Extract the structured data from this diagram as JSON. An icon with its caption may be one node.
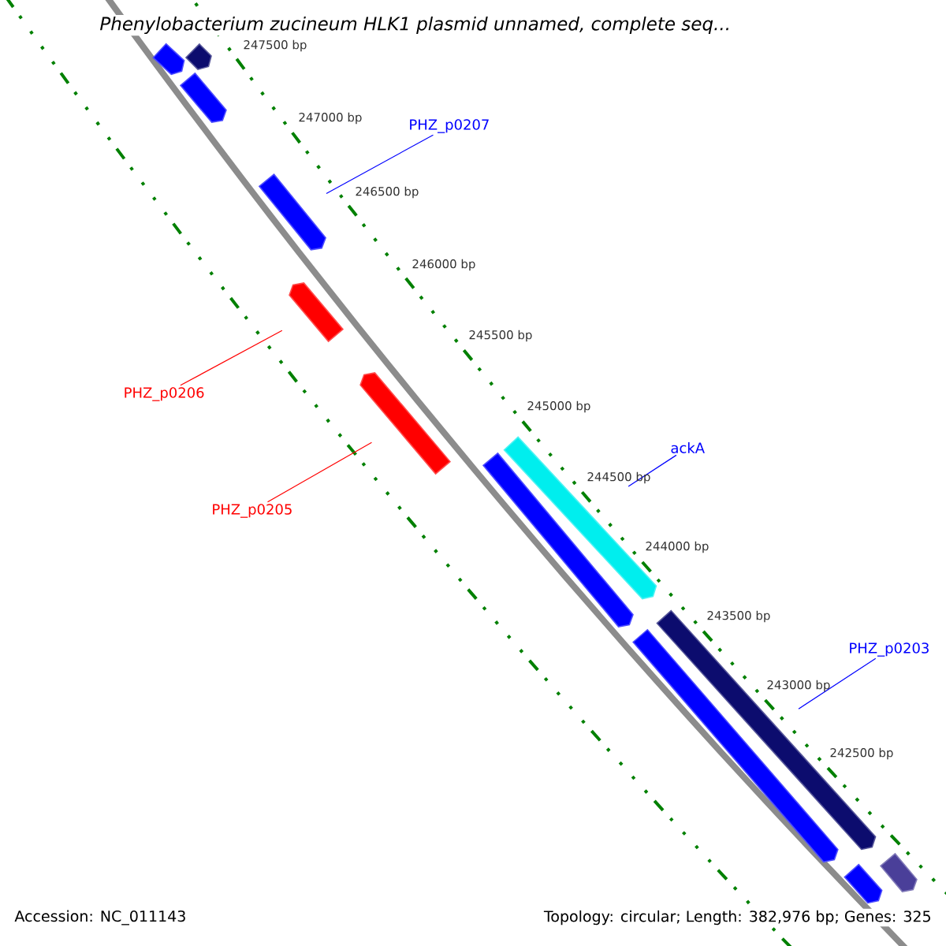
{
  "diagram": {
    "title": "*Phenylobacterium zucineum* HLK1 plasmid unnamed, complete seq...",
    "nodes": [
      {
        "text": [],
        "shape": "bar"
      },
      {
        "text": [],
        "shape": "bar"
      },
      {
        "text": [],
        "shape": "bar"
      },
      {
        "text": [],
        "shape": "bar"
      },
      {
        "text": [],
        "shape": "bar"
      },
      {
        "text": [],
        "shape": "bar"
      },
      {
        "text": [],
        "shape": "bar"
      },
      {
        "text": [],
        "shape": "bar"
      },
      {
        "text": [],
        "shape": "bar"
      },
      {
        "text": [],
        "shape": "bar"
      },
      {
        "text": [],
        "shape": "bar"
      },
      {
        "text": [],
        "shape": "bar"
      },
      {
        "text": [
          "PHZ_p0207"
        ]
      },
      {
        "text": [
          "PHZ_p0206"
        ]
      },
      {
        "text": [
          "PHZ_p0205"
        ]
      },
      {
        "text": [
          "ackA"
        ]
      },
      {
        "text": [
          "PHZ_p0203"
        ]
      }
    ],
    "edges": [
      {
        "from": 12,
        "to": 3,
        "arrow": "none"
      },
      {
        "from": 13,
        "to": 4,
        "arrow": "none",
        "color": "#ff0000"
      },
      {
        "from": 14,
        "to": 5,
        "arrow": "none",
        "color": "#ff0000"
      },
      {
        "from": 15,
        "to": 6,
        "arrow": "none"
      },
      {
        "from": 16,
        "to": 8,
        "arrow": "none"
      }
    ],
    "labels": [
      "247500 bp",
      "247000 bp",
      "246500 bp",
      "246000 bp",
      "245500 bp",
      "245000 bp",
      "244500 bp",
      "244000 bp",
      "243500 bp",
      "243000 bp",
      "242500 bp",
      "Accession: NC_011143",
      "Topology: circular; Length: 382,976 bp; Genes: 325"
    ]
  }
}
